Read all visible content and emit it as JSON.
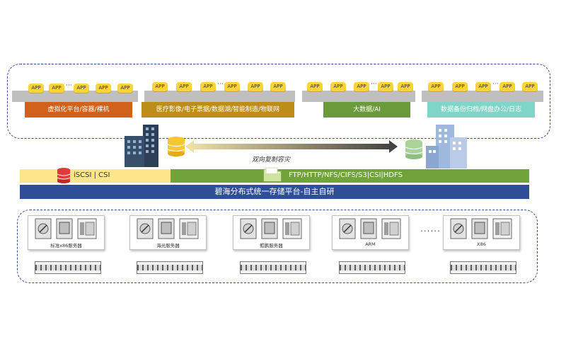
{
  "top": {
    "app_label": "APP",
    "ellipsis": "···",
    "categories": [
      {
        "label": "虚拟化平台/容器/裸机",
        "color": "#d2611b"
      },
      {
        "label": "医疗影像/电子票据/数据湖/智能制造/物联网",
        "color": "#bd8d1a"
      },
      {
        "label": "大数据/AI",
        "color": "#6b9a3a"
      },
      {
        "label": "数据备份归档/网盘办公/日志",
        "color": "#7fd5c8"
      }
    ]
  },
  "replication": {
    "label": "双向复制容灾"
  },
  "protocols": {
    "block": "iSCSI | CSI",
    "file": "FTP/HTTP/NFS/CIFS/S3|CSI|HDFS"
  },
  "platform": {
    "label": "碧海分布式统一存储平台-自主自研"
  },
  "servers": {
    "groups": [
      {
        "label": "标准x86服务器"
      },
      {
        "label": "海光服务器"
      },
      {
        "label": "鲲鹏服务器"
      },
      {
        "label": "ARM"
      },
      {
        "label": "X86"
      }
    ],
    "more": "......"
  },
  "colors": {
    "border": "#2f4d93",
    "app": "#fbd33a",
    "iscsi_bar": "#fde58a",
    "file_bar": "#70a33a",
    "platform_bar": "#2e4f97"
  }
}
